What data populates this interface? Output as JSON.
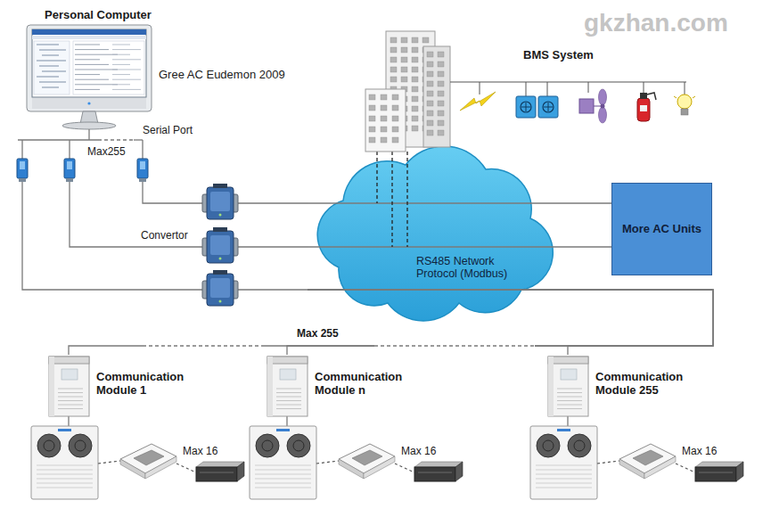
{
  "diagram": {
    "nodes": [
      {
        "text": [
          "Personal Computer",
          "Gree AC Eudemon 2009"
        ]
      },
      {
        "text": [
          "BMS System"
        ]
      },
      {
        "text": [
          "RS485 Network Protocol (Modbus)"
        ]
      },
      {
        "text": [
          "More AC Units"
        ]
      },
      {
        "text": [
          "Communication Module 1"
        ]
      },
      {
        "text": [
          "Communication Module n"
        ]
      },
      {
        "text": [
          "Communication Module 255"
        ]
      }
    ],
    "edges": [
      {
        "from": 0,
        "to": 2,
        "arrow": "none"
      },
      {
        "from": 0,
        "to": 2,
        "arrow": "none"
      },
      {
        "from": 0,
        "to": 2,
        "arrow": "none"
      },
      {
        "from": 2,
        "to": 3,
        "arrow": "none"
      },
      {
        "from": 2,
        "to": 3,
        "arrow": "none"
      },
      {
        "from": 2,
        "to": 4,
        "arrow": "none"
      },
      {
        "from": 2,
        "to": 5,
        "arrow": "none"
      },
      {
        "from": 2,
        "to": 6,
        "arrow": "none"
      },
      {
        "from": 1,
        "to": 2,
        "arrow": "none"
      }
    ],
    "labels": [
      "Serial Port",
      "Max255",
      "Convertor",
      "Max 255",
      "Max 16",
      "Max 16",
      "Max 16",
      "gkzhan.com"
    ]
  }
}
